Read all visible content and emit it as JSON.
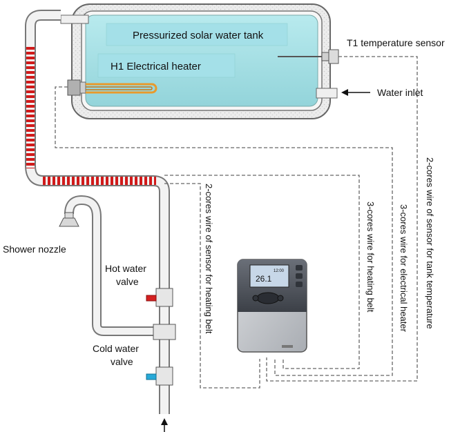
{
  "tank": {
    "title": "Pressurized solar water tank",
    "heater_label": "H1 Electrical heater"
  },
  "labels": {
    "sensor_t1": "T1 temperature sensor",
    "water_inlet": "Water inlet",
    "shower_nozzle": "Shower nozzle",
    "hot_valve_line1": "Hot water",
    "hot_valve_line2": "valve",
    "cold_valve_line1": "Cold water",
    "cold_valve_line2": "valve"
  },
  "wires": {
    "sensor_heating_belt": "2-cores wire of sensor for heating belt",
    "heating_belt": "3-cores wire for heating belt",
    "electrical_heater": "3-cores wire for electrical heater",
    "sensor_tank": "2-cores wire of sensor for tank temperature"
  },
  "controller": {
    "display_value": "26.1",
    "display_time": "12:00"
  },
  "colors": {
    "tank_water": "#a8e0e4",
    "heating_belt": "#d11a1a",
    "heater_coil": "#e89a2c",
    "hot_handle": "#d42020",
    "cold_handle": "#27a9d8"
  }
}
